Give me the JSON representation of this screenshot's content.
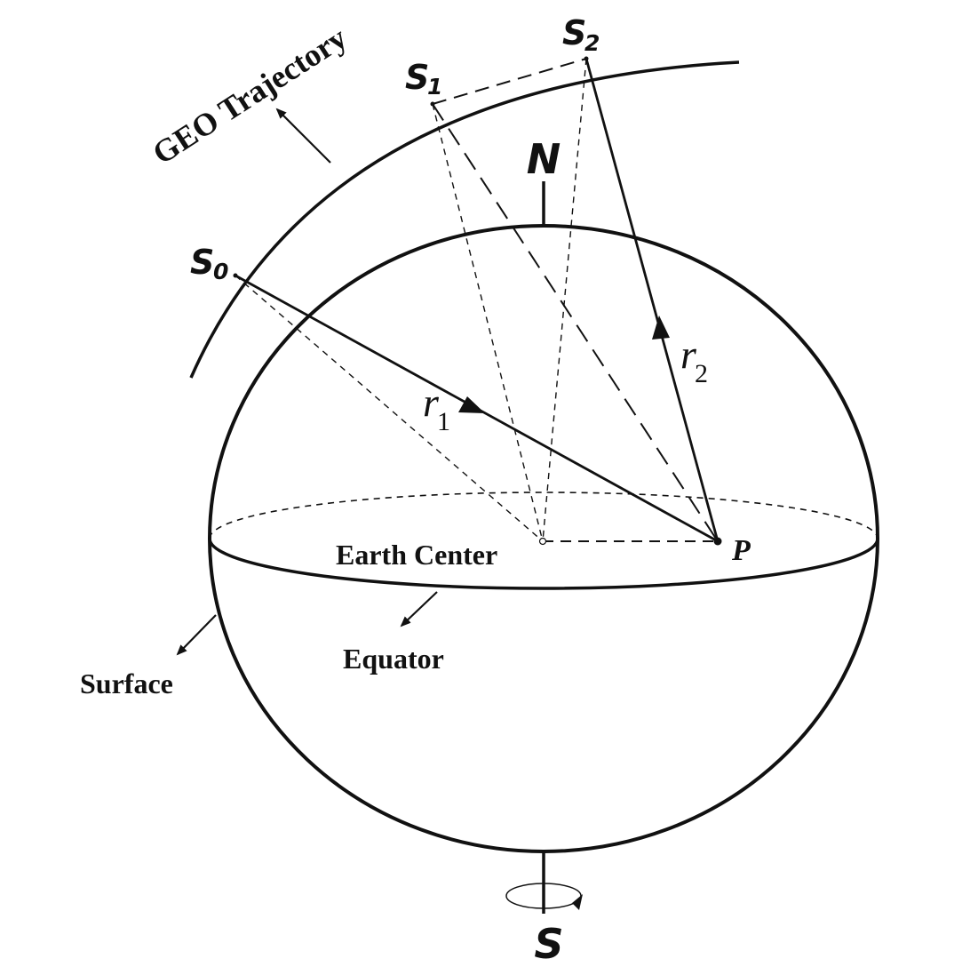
{
  "labels": {
    "geo_trajectory": "GEO Trajectory",
    "north": "N",
    "south": "S",
    "earth_center": "Earth Center",
    "point_p": "P",
    "equator": "Equator",
    "surface": "Surface",
    "s0_base": "S",
    "s0_sub": "0",
    "s1_base": "S",
    "s1_sub": "1",
    "s2_base": "S",
    "s2_sub": "2",
    "r1_base": "r",
    "r1_sub": "1",
    "r2_base": "r",
    "r2_sub": "2"
  },
  "colors": {
    "ink": "#111111",
    "background": "#ffffff"
  }
}
